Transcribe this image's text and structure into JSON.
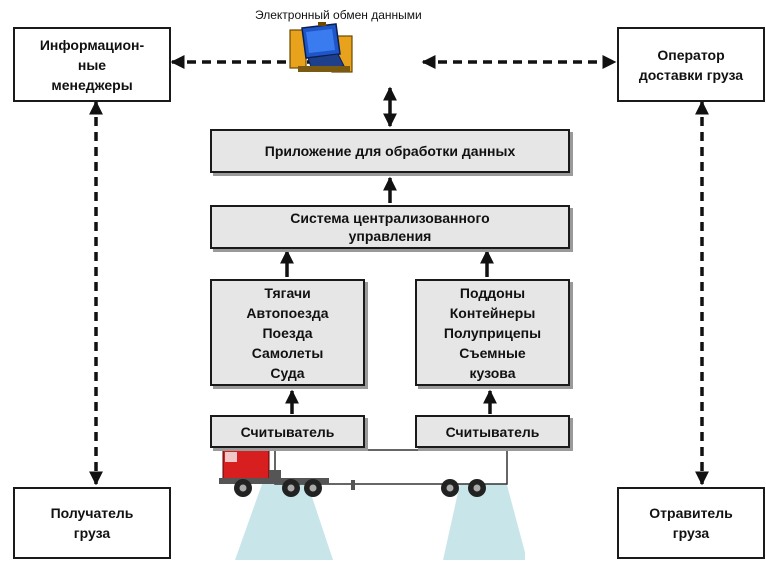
{
  "header": {
    "title": "Электронный обмен данными"
  },
  "nodes": {
    "info_managers": [
      "Информацион-",
      "ные",
      "менеджеры"
    ],
    "delivery_operator": [
      "Оператор",
      "доставки груза"
    ],
    "recipient": [
      "Получатель",
      "груза"
    ],
    "sender": [
      "Отравитель",
      "груза"
    ],
    "app": "Приложение для обработки данных",
    "central_system": [
      "Система централизованного",
      "управления"
    ],
    "vehicles": [
      "Тягачи",
      "Автопоезда",
      "Поезда",
      "Самолеты",
      "Суда"
    ],
    "cargo_units": [
      "Поддоны",
      "Контейнеры",
      "Полуприцепы",
      "Съемные",
      "кузова"
    ],
    "reader_left": "Считыватель",
    "reader_right": "Считыватель"
  },
  "icons": {
    "data_exchange": "computer-network-icon",
    "truck": "truck-icon",
    "reader_beams": "rfid-beam-icon"
  },
  "colors": {
    "box_fill": "#e6e6e6",
    "box_shadow": "#9a9a9a",
    "border": "#1a1a1a",
    "beam": "#c8e6ea",
    "truck_cab": "#d81f1f"
  }
}
